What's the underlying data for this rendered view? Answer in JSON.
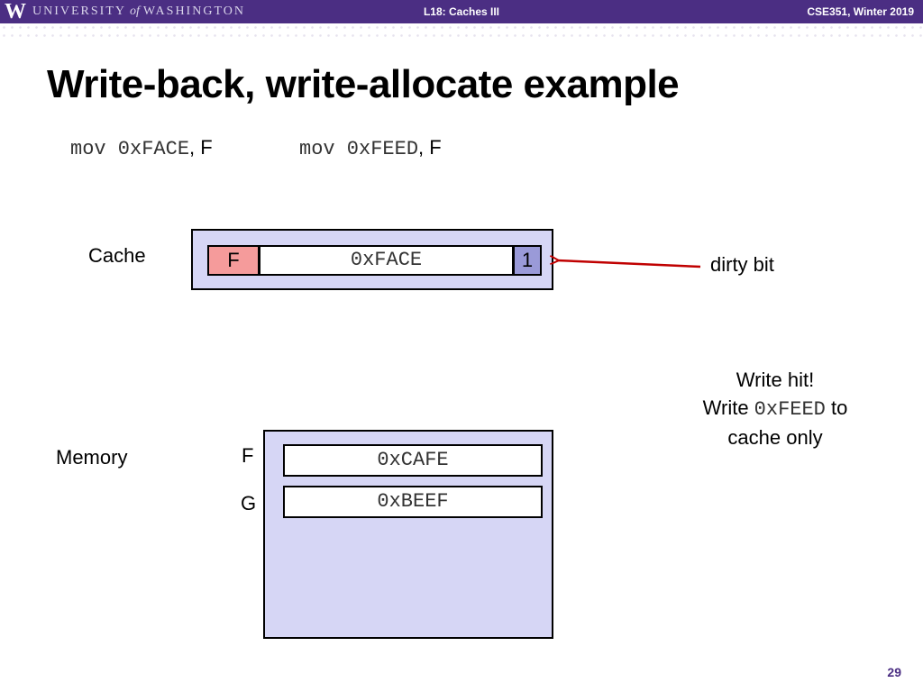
{
  "header": {
    "logo_letter": "W",
    "logo_pre": "UNIVERSITY",
    "logo_of": "of",
    "logo_post": "WASHINGTON",
    "lecture": "L18: Caches III",
    "course": "CSE351, Winter 2019"
  },
  "title": "Write-back, write-allocate example",
  "instructions": [
    {
      "op": "mov 0xFACE",
      "dest": ", F"
    },
    {
      "op": "mov 0xFEED",
      "dest": ", F"
    }
  ],
  "cache": {
    "label": "Cache",
    "tag": "F",
    "value": "0xFACE",
    "dirty": "1",
    "dirty_label": "dirty bit"
  },
  "memory": {
    "label": "Memory",
    "rows": [
      {
        "addr": "F",
        "value": "0xCAFE"
      },
      {
        "addr": "G",
        "value": "0xBEEF"
      }
    ]
  },
  "note": {
    "line1": "Write hit!",
    "line2_pre": "Write ",
    "line2_code": "0xFEED",
    "line2_post": " to",
    "line3": "cache only"
  },
  "colors": {
    "header": "#4b2e83",
    "box_fill": "#d6d6f5",
    "tag_fill": "#f59b9b",
    "dirty_fill": "#9a9ad8",
    "arrow": "#c00000"
  },
  "page_number": "29"
}
